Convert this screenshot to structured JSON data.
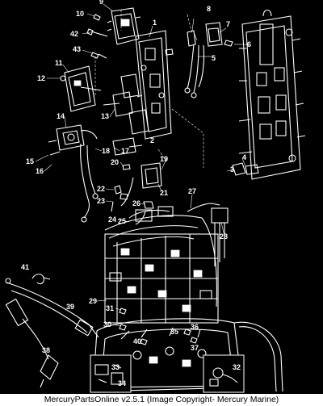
{
  "diagram": {
    "callouts": [
      "1",
      "2",
      "3",
      "4",
      "5",
      "6",
      "7",
      "8",
      "9",
      "10",
      "11",
      "12",
      "13",
      "14",
      "15",
      "16",
      "17",
      "18",
      "19",
      "20",
      "21",
      "22",
      "23",
      "24",
      "25",
      "26",
      "27",
      "28",
      "29",
      "30",
      "31",
      "32",
      "33",
      "34",
      "35",
      "36",
      "37",
      "38",
      "39",
      "40",
      "41",
      "42",
      "43"
    ]
  },
  "footer": {
    "text": "MercuryPartsOnline v2.5.1 (Image Copyright- Mercury Marine)"
  }
}
